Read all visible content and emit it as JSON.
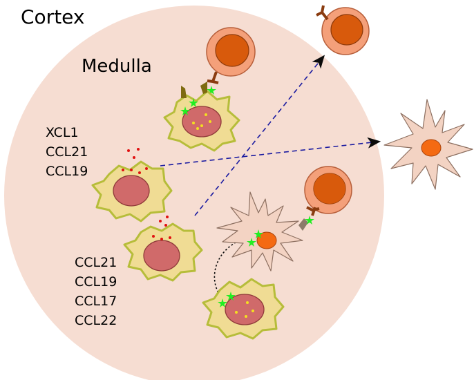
{
  "labels": {
    "cortex": "Cortex",
    "medulla": "Medulla"
  },
  "chemokines_top": [
    "XCL1",
    "CCL21",
    "CCL19"
  ],
  "chemokines_bottom": [
    "CCL21",
    "CCL19",
    "CCL17",
    "CCL22"
  ],
  "colors": {
    "medulla_fill": "#f6ddd2",
    "mtec_body": "#f0dc94",
    "mtec_edge": "#b6bd3a",
    "nucleus": "#d06a6a",
    "tcell_outer": "#f4a07a",
    "tcell_inner": "#d85a0c",
    "dc_body": "#f3d3c3",
    "dc_nucleus": "#f46a12",
    "antigen": "#22ee22",
    "chemokine_dot": "#e01010",
    "receptor": "#8a3c10",
    "mhc": "#7e6b10",
    "arrow": "#1a1aa0"
  }
}
